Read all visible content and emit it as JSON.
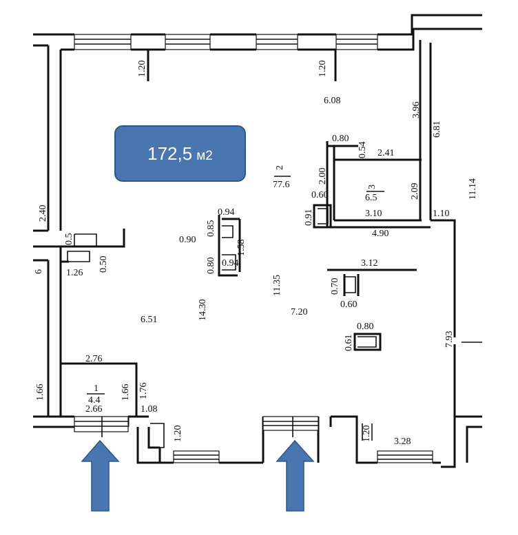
{
  "floor_plan": {
    "total_area_value": "172,5",
    "total_area_unit": "м2",
    "rooms": [
      {
        "number": "1",
        "area": "4.4"
      },
      {
        "number": "2",
        "area": "77.6"
      },
      {
        "number": "3",
        "area": "6.5"
      }
    ],
    "dimensions": {
      "d_1_20_a": "1.20",
      "d_1_20_b": "1.20",
      "d_6_08": "6.08",
      "d_3_96": "3.96",
      "d_6_81": "6.81",
      "d_0_80_top": "0.80",
      "d_0_54": "0.54",
      "d_2_41": "2.41",
      "d_2_00": "2.00",
      "d_0_60_top": "0.60",
      "d_2_09": "2.09",
      "d_11_14": "11.14",
      "d_2_40": "2.40",
      "d_0_94_a": "0.94",
      "d_0_85": "0.85",
      "d_1_58": "1.58",
      "d_0_90": "0.90",
      "d_0_91": "0.91",
      "d_3_10": "3.10",
      "d_1_10": "1.10",
      "d_4_90": "4.90",
      "d_0_5": "0.5",
      "d_0_50": "0.50",
      "d_1_26": "1.26",
      "d_6": "6",
      "d_0_80_mid": "0.80",
      "d_0_94_b": "0.94",
      "d_3_12": "3.12",
      "d_0_70": "0.70",
      "d_11_35": "11.35",
      "d_14_30": "14.30",
      "d_0_60_mid": "0.60",
      "d_6_51": "6.51",
      "d_7_20": "7.20",
      "d_0_80_low": "0.80",
      "d_0_61": "0.61",
      "d_7_93": "7.93",
      "d_2_76": "2.76",
      "d_1_66_a": "1.66",
      "d_1_66_b": "1.66",
      "d_1_76": "1.76",
      "d_2_66": "2.66",
      "d_1_08": "1.08",
      "d_1_20_c": "1.20",
      "d_1_20_d": "1.20",
      "d_3_28": "3.28"
    },
    "colors": {
      "accent": "#4a76b0",
      "accent_border": "#2f5585",
      "wall": "#111111"
    }
  }
}
